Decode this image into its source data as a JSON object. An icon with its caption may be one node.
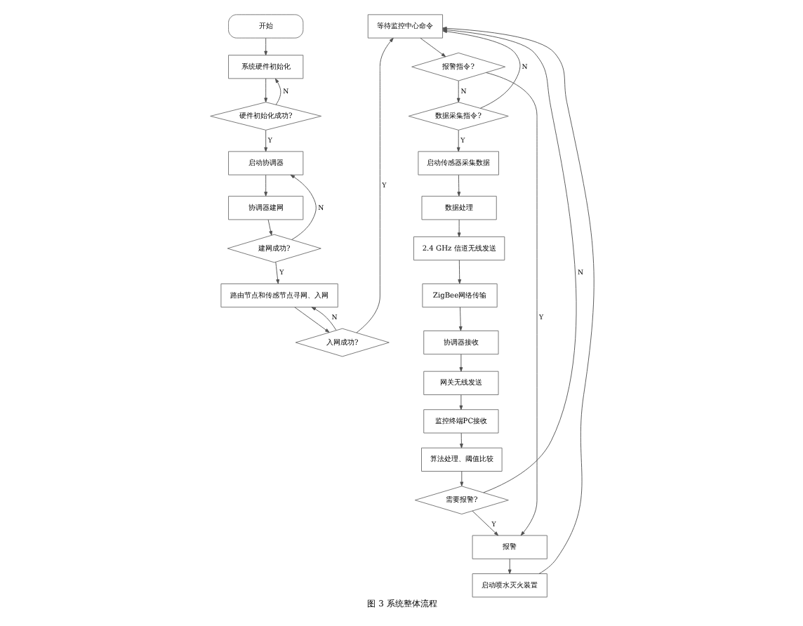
{
  "diagram": {
    "caption": "图 3 系统整体流程",
    "nodes": [
      {
        "text": [
          "开始"
        ]
      },
      {
        "text": [
          "系统硬件初始化"
        ]
      },
      {
        "text": [
          "硬件初始化成功?"
        ]
      },
      {
        "text": [
          "启动协调器"
        ]
      },
      {
        "text": [
          "协调器建网"
        ]
      },
      {
        "text": [
          "建网成功?"
        ]
      },
      {
        "text": [
          "路由节点和传感节点寻网、入网"
        ]
      },
      {
        "text": [
          "入网成功?"
        ]
      },
      {
        "text": [
          "等待监控中心命令"
        ]
      },
      {
        "text": [
          "报警指令?"
        ]
      },
      {
        "text": [
          "数据采集指令?"
        ]
      },
      {
        "text": [
          "启动传感器采集数据"
        ]
      },
      {
        "text": [
          "数据处理"
        ]
      },
      {
        "text": [
          "2.4 GHz 信道无线发送"
        ]
      },
      {
        "text": [
          "ZigBee网络传输"
        ]
      },
      {
        "text": [
          "协调器接收"
        ]
      },
      {
        "text": [
          "网关无线发送"
        ]
      },
      {
        "text": [
          "监控终端PC接收"
        ]
      },
      {
        "text": [
          "算法处理、阈值比较"
        ]
      },
      {
        "text": [
          "需要报警?"
        ]
      },
      {
        "text": [
          "报警"
        ]
      },
      {
        "text": [
          "启动喷水灭火装置"
        ]
      }
    ],
    "edges": [
      {
        "from": 0,
        "to": 1,
        "arrow": "to"
      },
      {
        "from": 1,
        "to": 2,
        "arrow": "to"
      },
      {
        "from": 2,
        "to": 1,
        "label": "N",
        "arrow": "to"
      },
      {
        "from": 2,
        "to": 3,
        "label": "Y",
        "arrow": "to"
      },
      {
        "from": 3,
        "to": 4,
        "arrow": "to"
      },
      {
        "from": 4,
        "to": 5,
        "arrow": "to"
      },
      {
        "from": 5,
        "to": 3,
        "label": "N",
        "arrow": "to"
      },
      {
        "from": 5,
        "to": 6,
        "label": "Y",
        "arrow": "to"
      },
      {
        "from": 6,
        "to": 7,
        "arrow": "to"
      },
      {
        "from": 7,
        "to": 6,
        "label": "N",
        "arrow": "to"
      },
      {
        "from": 7,
        "to": 8,
        "label": "Y",
        "arrow": "to"
      },
      {
        "from": 8,
        "to": 9,
        "arrow": "to"
      },
      {
        "from": 9,
        "to": 20,
        "label": "Y",
        "arrow": "to"
      },
      {
        "from": 9,
        "to": 10,
        "label": "N",
        "arrow": "to"
      },
      {
        "from": 10,
        "to": 8,
        "label": "N",
        "arrow": "to"
      },
      {
        "from": 10,
        "to": 11,
        "label": "Y",
        "arrow": "to"
      },
      {
        "from": 11,
        "to": 12,
        "arrow": "to"
      },
      {
        "from": 12,
        "to": 13,
        "arrow": "to"
      },
      {
        "from": 13,
        "to": 14,
        "arrow": "to"
      },
      {
        "from": 14,
        "to": 15,
        "arrow": "to"
      },
      {
        "from": 15,
        "to": 16,
        "arrow": "to"
      },
      {
        "from": 16,
        "to": 17,
        "arrow": "to"
      },
      {
        "from": 17,
        "to": 18,
        "arrow": "to"
      },
      {
        "from": 18,
        "to": 19,
        "arrow": "to"
      },
      {
        "from": 19,
        "to": 20,
        "label": "Y",
        "arrow": "to"
      },
      {
        "from": 19,
        "to": 8,
        "label": "N",
        "arrow": "to"
      },
      {
        "from": 20,
        "to": 21,
        "arrow": "to"
      },
      {
        "from": 21,
        "to": 8,
        "arrow": "to"
      }
    ]
  }
}
